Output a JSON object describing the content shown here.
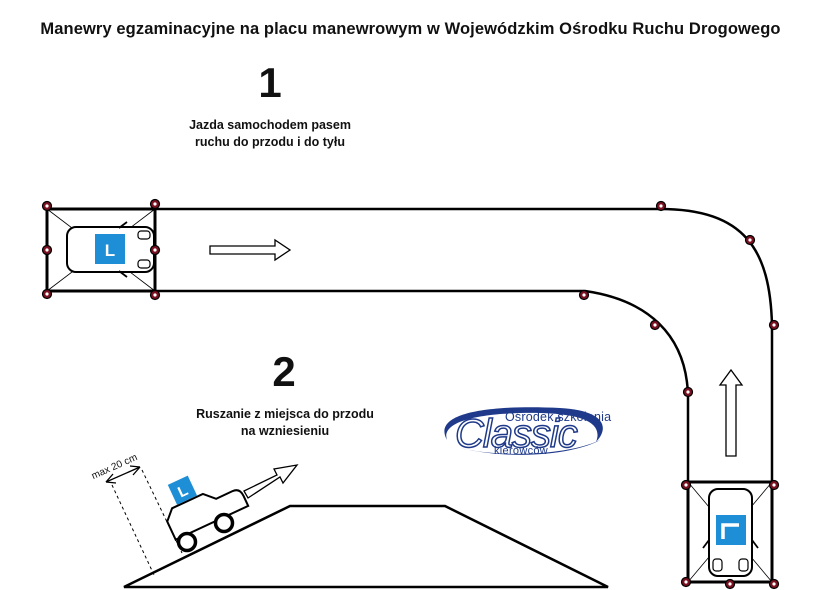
{
  "title": "Manewry egzaminacyjne na placu manewrowym w Wojewódzkim Ośrodku Ruchu Drogowego",
  "maneuvers": [
    {
      "number": "1",
      "caption_line1": "Jazda samochodem pasem",
      "caption_line2": "ruchu do przodu i do tyłu"
    },
    {
      "number": "2",
      "caption_line1": "Ruszanie z miejsca do przodu",
      "caption_line2": "na wzniesieniu"
    }
  ],
  "hill_annotation": "max 20 cm",
  "learner_sign_letter": "L",
  "logo": {
    "top": "Ośrodek szkolenia",
    "main": "Classic",
    "bottom": "kierowców"
  },
  "colors": {
    "learner_sign": "#1e8fd6",
    "cone": "#7a1020",
    "logo_blue": "#1f3a8a",
    "line": "#000000"
  }
}
